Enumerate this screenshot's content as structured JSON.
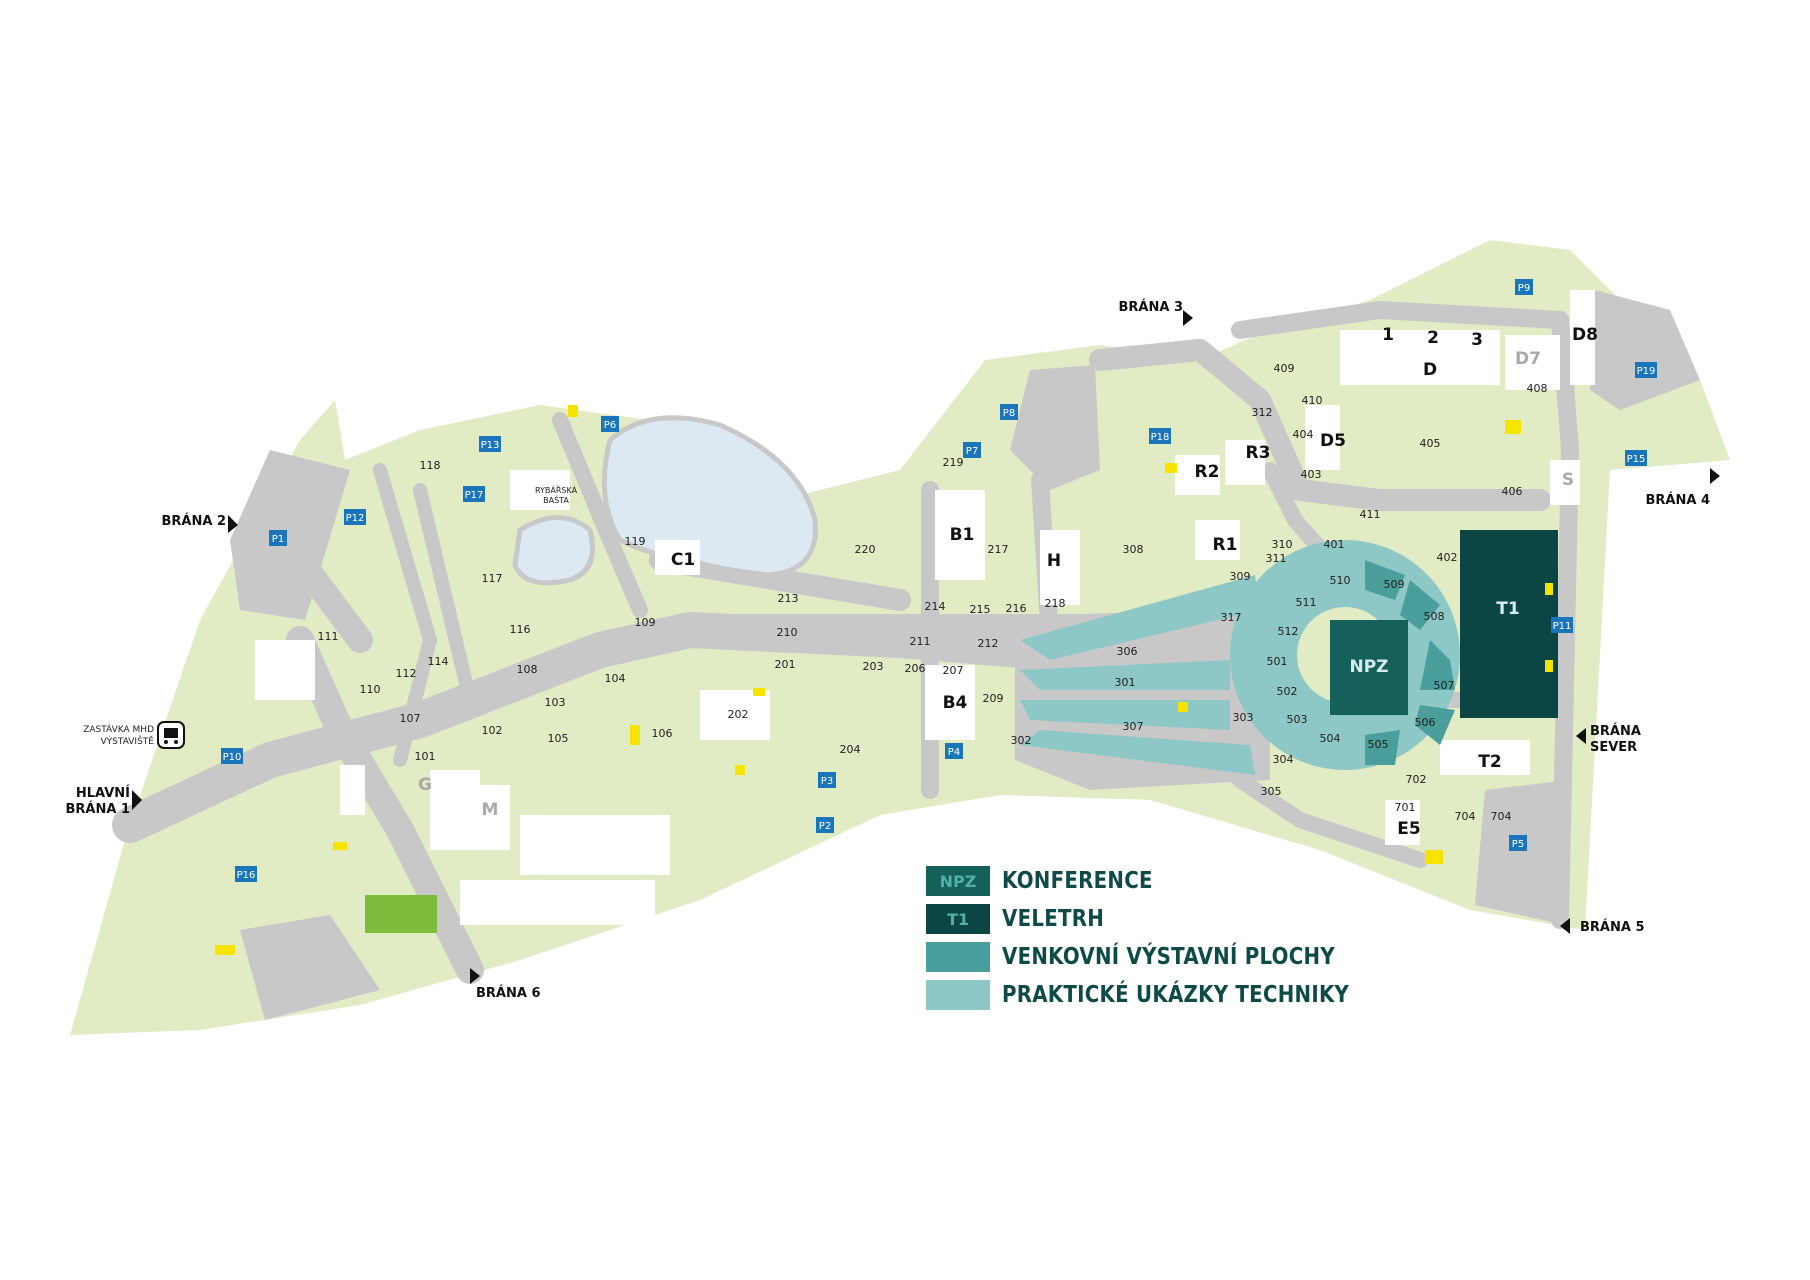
{
  "colors": {
    "grass": "#e1ebc4",
    "road": "#c8c8c8",
    "building": "#ffffff",
    "parking": "#1b75bb",
    "konference": "#16605c",
    "veletrh": "#0b4644",
    "venkovni": "#4a9e9b",
    "prakticke": "#8ec8c6",
    "water": "#dce9f3",
    "yellow": "#f6e400",
    "green_tree": "#7dbb3c"
  },
  "gates": [
    {
      "id": "gate-hlavni",
      "label": "HLAVNÍ BRÁNA 1"
    },
    {
      "id": "gate-2",
      "label": "BRÁNA 2"
    },
    {
      "id": "gate-3",
      "label": "BRÁNA 3"
    },
    {
      "id": "gate-4",
      "label": "BRÁNA 4"
    },
    {
      "id": "gate-5",
      "label": "BRÁNA 5"
    },
    {
      "id": "gate-6",
      "label": "BRÁNA 6"
    },
    {
      "id": "gate-sever",
      "label": "BRÁNA SEVER"
    }
  ],
  "gate_lines": {
    "hlavni": [
      "HLAVNÍ",
      "BRÁNA 1"
    ],
    "sever": [
      "BRÁNA",
      "SEVER"
    ]
  },
  "bus_stop": [
    "ZASTÁVKA MHD",
    "VÝSTAVIŠTĚ"
  ],
  "rybarska": [
    "RYBÁŘSKÁ",
    "BAŠTA"
  ],
  "parkings": [
    "P1",
    "P2",
    "P3",
    "P4",
    "P5",
    "P6",
    "P7",
    "P8",
    "P9",
    "P10",
    "P11",
    "P12",
    "P13",
    "P15",
    "P16",
    "P17",
    "P18",
    "P19"
  ],
  "halls": [
    "B1",
    "B4",
    "C1",
    "D",
    "D5",
    "D7",
    "D8",
    "E5",
    "G",
    "H",
    "M",
    "R1",
    "R2",
    "R3",
    "S",
    "T1",
    "T2",
    "NPZ",
    "1",
    "2",
    "3"
  ],
  "areas": [
    "101",
    "102",
    "103",
    "104",
    "105",
    "106",
    "107",
    "108",
    "109",
    "110",
    "111",
    "112",
    "114",
    "116",
    "117",
    "118",
    "119",
    "201",
    "202",
    "203",
    "204",
    "206",
    "207",
    "209",
    "210",
    "211",
    "212",
    "213",
    "214",
    "215",
    "216",
    "217",
    "218",
    "219",
    "220",
    "301",
    "302",
    "303",
    "304",
    "305",
    "306",
    "307",
    "308",
    "309",
    "310",
    "311",
    "312",
    "317",
    "401",
    "402",
    "403",
    "404",
    "405",
    "406",
    "408",
    "409",
    "410",
    "411",
    "501",
    "502",
    "503",
    "504",
    "505",
    "506",
    "507",
    "508",
    "509",
    "510",
    "511",
    "512",
    "701",
    "702",
    "704"
  ],
  "legend": [
    {
      "swatch": "NPZ",
      "label": "KONFERENCE",
      "color": "#16605c",
      "text_color": "#4fb0ac"
    },
    {
      "swatch": "T1",
      "label": "VELETRH",
      "color": "#0b4644",
      "text_color": "#4fb0ac"
    },
    {
      "swatch": "",
      "label": "VENKOVNÍ VÝSTAVNÍ PLOCHY",
      "color": "#4a9e9b",
      "text_color": "#ffffff"
    },
    {
      "swatch": "",
      "label": "PRAKTICKÉ UKÁZKY TECHNIKY",
      "color": "#8ec8c6",
      "text_color": "#ffffff"
    }
  ]
}
